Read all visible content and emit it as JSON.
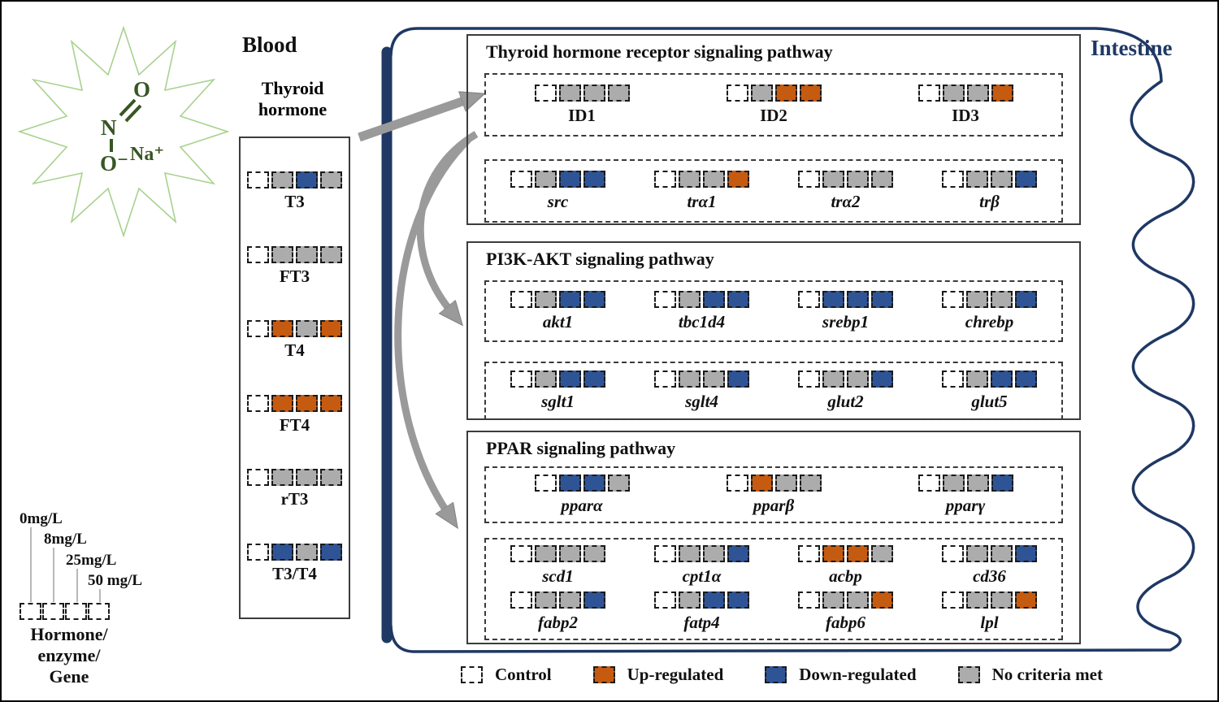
{
  "stimulus": {
    "atom_o_double": "O",
    "atom_n": "N",
    "atom_o_single": "O⁻",
    "atom_na": "Na⁺"
  },
  "dose_legend": {
    "doses": [
      "0mg/L",
      "8mg/L",
      "25mg/L",
      "50 mg/L"
    ],
    "caption_lines": [
      "Hormone/",
      "enzyme/",
      "Gene"
    ]
  },
  "blood": {
    "title": "Blood",
    "subtitle_lines": [
      "Thyroid",
      "hormone"
    ],
    "items": [
      {
        "name": "T3",
        "states": [
          "control",
          "none",
          "down",
          "none"
        ]
      },
      {
        "name": "FT3",
        "states": [
          "control",
          "none",
          "none",
          "none"
        ]
      },
      {
        "name": "T4",
        "states": [
          "control",
          "up",
          "none",
          "up"
        ]
      },
      {
        "name": "FT4",
        "states": [
          "control",
          "up",
          "up",
          "up"
        ]
      },
      {
        "name": "rT3",
        "states": [
          "control",
          "none",
          "none",
          "none"
        ]
      },
      {
        "name": "T3/T4",
        "states": [
          "control",
          "down",
          "none",
          "down"
        ]
      }
    ]
  },
  "intestine": {
    "title": "Intestine",
    "pathways": [
      {
        "title": "Thyroid hormone receptor signaling pathway",
        "rows": [
          {
            "genes": [
              {
                "name": "ID1",
                "italic": false,
                "states": [
                  "control",
                  "none",
                  "none",
                  "none"
                ]
              },
              {
                "name": "ID2",
                "italic": false,
                "states": [
                  "control",
                  "none",
                  "up",
                  "up"
                ]
              },
              {
                "name": "ID3",
                "italic": false,
                "states": [
                  "control",
                  "none",
                  "none",
                  "up"
                ]
              }
            ]
          },
          {
            "genes": [
              {
                "name": "src",
                "italic": true,
                "states": [
                  "control",
                  "none",
                  "down",
                  "down"
                ]
              },
              {
                "name": "trα1",
                "italic": true,
                "states": [
                  "control",
                  "none",
                  "none",
                  "up"
                ]
              },
              {
                "name": "trα2",
                "italic": true,
                "states": [
                  "control",
                  "none",
                  "none",
                  "none"
                ]
              },
              {
                "name": "trβ",
                "italic": true,
                "states": [
                  "control",
                  "none",
                  "none",
                  "down"
                ]
              }
            ]
          }
        ]
      },
      {
        "title": "PI3K-AKT signaling pathway",
        "rows": [
          {
            "genes": [
              {
                "name": "akt1",
                "italic": true,
                "states": [
                  "control",
                  "none",
                  "down",
                  "down"
                ]
              },
              {
                "name": "tbc1d4",
                "italic": true,
                "states": [
                  "control",
                  "none",
                  "down",
                  "down"
                ]
              },
              {
                "name": "srebp1",
                "italic": true,
                "states": [
                  "control",
                  "down",
                  "down",
                  "down"
                ]
              },
              {
                "name": "chrebp",
                "italic": true,
                "states": [
                  "control",
                  "none",
                  "none",
                  "down"
                ]
              }
            ]
          },
          {
            "genes": [
              {
                "name": "sglt1",
                "italic": true,
                "states": [
                  "control",
                  "none",
                  "down",
                  "down"
                ]
              },
              {
                "name": "sglt4",
                "italic": true,
                "states": [
                  "control",
                  "none",
                  "none",
                  "down"
                ]
              },
              {
                "name": "glut2",
                "italic": true,
                "states": [
                  "control",
                  "none",
                  "none",
                  "down"
                ]
              },
              {
                "name": "glut5",
                "italic": true,
                "states": [
                  "control",
                  "none",
                  "down",
                  "down"
                ]
              }
            ]
          }
        ]
      },
      {
        "title": "PPAR signaling pathway",
        "rows": [
          {
            "genes": [
              {
                "name": "pparα",
                "italic": true,
                "states": [
                  "control",
                  "down",
                  "down",
                  "none"
                ]
              },
              {
                "name": "pparβ",
                "italic": true,
                "states": [
                  "control",
                  "up",
                  "none",
                  "none"
                ]
              },
              {
                "name": "pparγ",
                "italic": true,
                "states": [
                  "control",
                  "none",
                  "none",
                  "down"
                ]
              }
            ]
          },
          {
            "genes": [
              {
                "name": "scd1",
                "italic": true,
                "states": [
                  "control",
                  "none",
                  "none",
                  "none"
                ]
              },
              {
                "name": "cpt1α",
                "italic": true,
                "states": [
                  "control",
                  "none",
                  "none",
                  "down"
                ]
              },
              {
                "name": "acbp",
                "italic": true,
                "states": [
                  "control",
                  "up",
                  "up",
                  "none"
                ]
              },
              {
                "name": "cd36",
                "italic": true,
                "states": [
                  "control",
                  "none",
                  "none",
                  "down"
                ]
              }
            ]
          },
          {
            "genes": [
              {
                "name": "fabp2",
                "italic": true,
                "states": [
                  "control",
                  "none",
                  "none",
                  "down"
                ]
              },
              {
                "name": "fatp4",
                "italic": true,
                "states": [
                  "control",
                  "none",
                  "down",
                  "down"
                ]
              },
              {
                "name": "fabp6",
                "italic": true,
                "states": [
                  "control",
                  "none",
                  "none",
                  "up"
                ]
              },
              {
                "name": "lpl",
                "italic": true,
                "states": [
                  "control",
                  "none",
                  "none",
                  "up"
                ]
              }
            ]
          }
        ]
      }
    ]
  },
  "legend": {
    "items": [
      {
        "label": "Control",
        "state": "control"
      },
      {
        "label": "Up-regulated",
        "state": "up"
      },
      {
        "label": "Down-regulated",
        "state": "down"
      },
      {
        "label": "No criteria met",
        "state": "none"
      }
    ]
  },
  "colors": {
    "control": "#FFFFFF",
    "up": "#C55A11",
    "down": "#2F5496",
    "none": "#ACACAC",
    "blood_red": "#EE0000",
    "navy": "#1F3864",
    "starburst_green": "#A9D18E",
    "formula_green": "#375623",
    "arrow_gray": "#9A9A9A"
  }
}
